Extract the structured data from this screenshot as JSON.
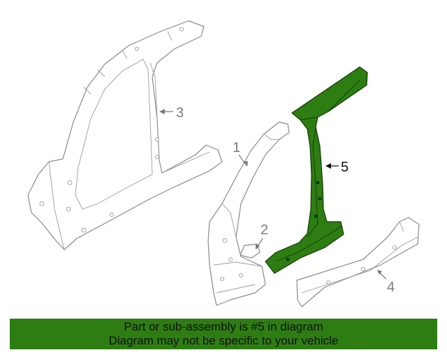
{
  "colors": {
    "highlight_fill": "#2e7d12",
    "highlight_stroke": "#0f3a05",
    "line_gray": "#8a8a8a",
    "banner_bg": "#2e7d12",
    "banner_text": "#111111"
  },
  "callouts": [
    {
      "id": "1",
      "label": "1",
      "highlighted": false
    },
    {
      "id": "2",
      "label": "2",
      "highlighted": false
    },
    {
      "id": "3",
      "label": "3",
      "highlighted": false
    },
    {
      "id": "4",
      "label": "4",
      "highlighted": false
    },
    {
      "id": "5",
      "label": "5",
      "highlighted": true
    }
  ],
  "banner": {
    "line1": "Part or sub-assembly is #5 in diagram",
    "line2": "Diagram may not be specific to your vehicle"
  }
}
